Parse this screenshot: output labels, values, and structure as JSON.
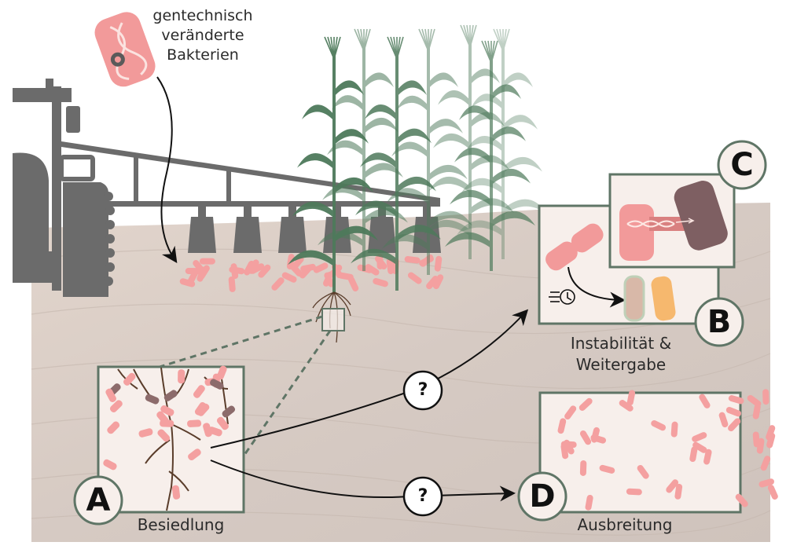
{
  "diagram": {
    "title_label": "gentechnisch veränderte Bakterien",
    "title_lines": [
      "gentechnisch",
      "veränderte",
      "Bakterien"
    ],
    "panels": [
      {
        "id": "A",
        "letter": "A",
        "caption": "Besiedlung"
      },
      {
        "id": "B",
        "letter": "B",
        "caption_lines": [
          "Instabilität &",
          "Weitergabe"
        ]
      },
      {
        "id": "C",
        "letter": "C",
        "caption": ""
      },
      {
        "id": "D",
        "letter": "D",
        "caption": "Ausbreitung"
      }
    ],
    "question_marks": [
      "?",
      "?"
    ],
    "icons": [
      "dna-gear-bacterium-icon",
      "tractor-sprayer-icon",
      "corn-plant-icon",
      "clock-fast-icon",
      "dna-transfer-icon"
    ],
    "colors": {
      "soil": "#d9ccc4",
      "soil_light": "#e4d9d1",
      "panel_bg": "#f7efeb",
      "panel_border": "#5f7566",
      "bacteria": "#f4a0a0",
      "bacteria_dark": "#8c6b6b",
      "tractor": "#6b6b6b",
      "plant": "#4e7a5b",
      "root": "#5a3d2b",
      "text": "#2b2b2b"
    }
  }
}
